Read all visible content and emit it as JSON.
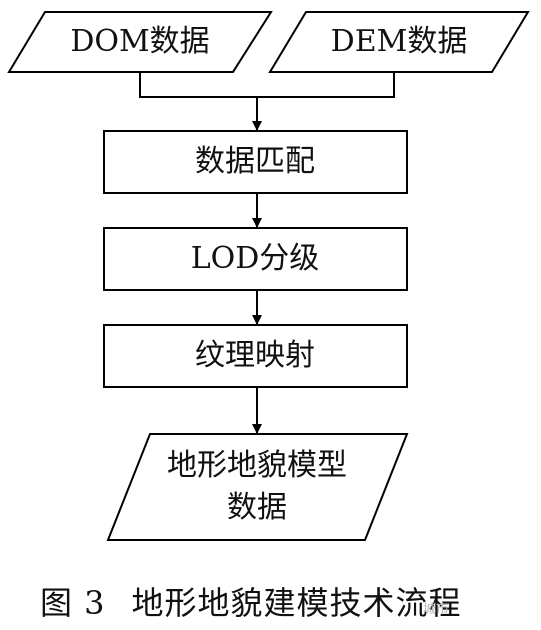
{
  "diagram": {
    "nodes": {
      "dom": "DOM数据",
      "dem": "DEM数据",
      "match": "数据匹配",
      "lod": "LOD分级",
      "texture": "纹理映射",
      "output_line1": "地形地貌模型",
      "output_line2": "数据"
    },
    "edges": [
      {
        "from": "dom",
        "to": "match"
      },
      {
        "from": "dem",
        "to": "match"
      },
      {
        "from": "match",
        "to": "lod"
      },
      {
        "from": "lod",
        "to": "texture"
      },
      {
        "from": "texture",
        "to": "output"
      }
    ]
  },
  "caption": {
    "number": "图 3",
    "title": "地形地貌建模技术流程"
  },
  "watermark": "城市"
}
